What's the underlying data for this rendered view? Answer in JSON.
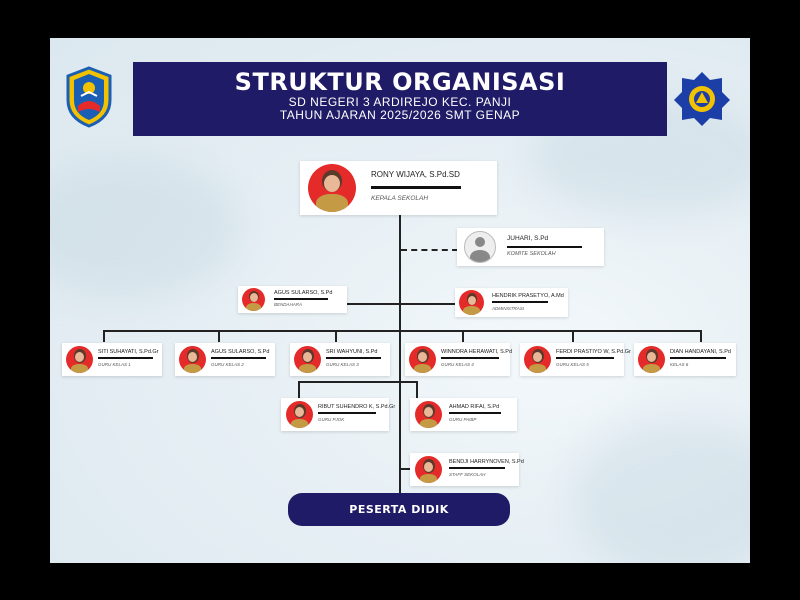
{
  "header": {
    "title": "STRUKTUR ORGANISASI",
    "school": "SD NEGERI 3 ARDIREJO KEC. PANJI",
    "year": "TAHUN AJARAN 2025/2026 SMT GENAP"
  },
  "colors": {
    "banner": "#1f1b66",
    "avatar": "#e52a2a",
    "background": "#e6eff4"
  },
  "principal": {
    "name": "RONY WIJAYA, S.Pd.SD",
    "role": "KEPALA SEKOLAH"
  },
  "committee": {
    "name": "JUHARI, S.Pd",
    "role": "KOMITE SEKOLAH"
  },
  "treasurer": {
    "name": "AGUS SULARSO, S.Pd",
    "role": "BENDAHARA"
  },
  "admin": {
    "name": "HENDRIK PRASETYO, A.Md",
    "role": "ADMINISTRASI"
  },
  "teachers": [
    {
      "name": "SITI SUHAYATI, S.Pd.Gr",
      "role": "GURU KELAS 1"
    },
    {
      "name": "AGUS SULARSO, S.Pd",
      "role": "GURU KELAS 2"
    },
    {
      "name": "SRI WAHYUNI, S.Pd",
      "role": "GURU KELAS 3"
    },
    {
      "name": "WINNORA HERAWATI, S.Pd",
      "role": "GURU KELAS 4"
    },
    {
      "name": "FERDI PRASTIYO W, S.Pd.Gr",
      "role": "GURU KELAS 5"
    },
    {
      "name": "DIAN HANDAYANI, S.Pd",
      "role": "KELAS 6"
    }
  ],
  "subject_teachers": [
    {
      "name": "RIBUT SUHENDRO K, S.Pd.Gr",
      "role": "GURU PJOK"
    },
    {
      "name": "AHMAD RIFAI, S.Pd",
      "role": "GURU PAIBP"
    }
  ],
  "staff": {
    "name": "BENDJI HARRYNOVEN, S.Pd",
    "role": "STAFF SEKOLAH"
  },
  "footer": {
    "label": "PESERTA DIDIK"
  }
}
